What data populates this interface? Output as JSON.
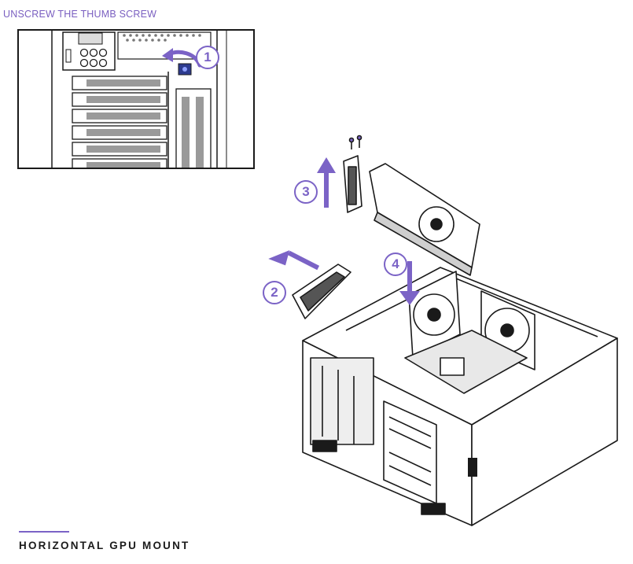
{
  "inset": {
    "title": "UNSCREW THE THUMB SCREW"
  },
  "steps": [
    "1",
    "2",
    "3",
    "4"
  ],
  "footer": {
    "title": "HORIZONTAL GPU MOUNT"
  },
  "colors": {
    "accent": "#7b63c6",
    "line": "#1a1a1a",
    "header_text": "#7a5fc0"
  }
}
